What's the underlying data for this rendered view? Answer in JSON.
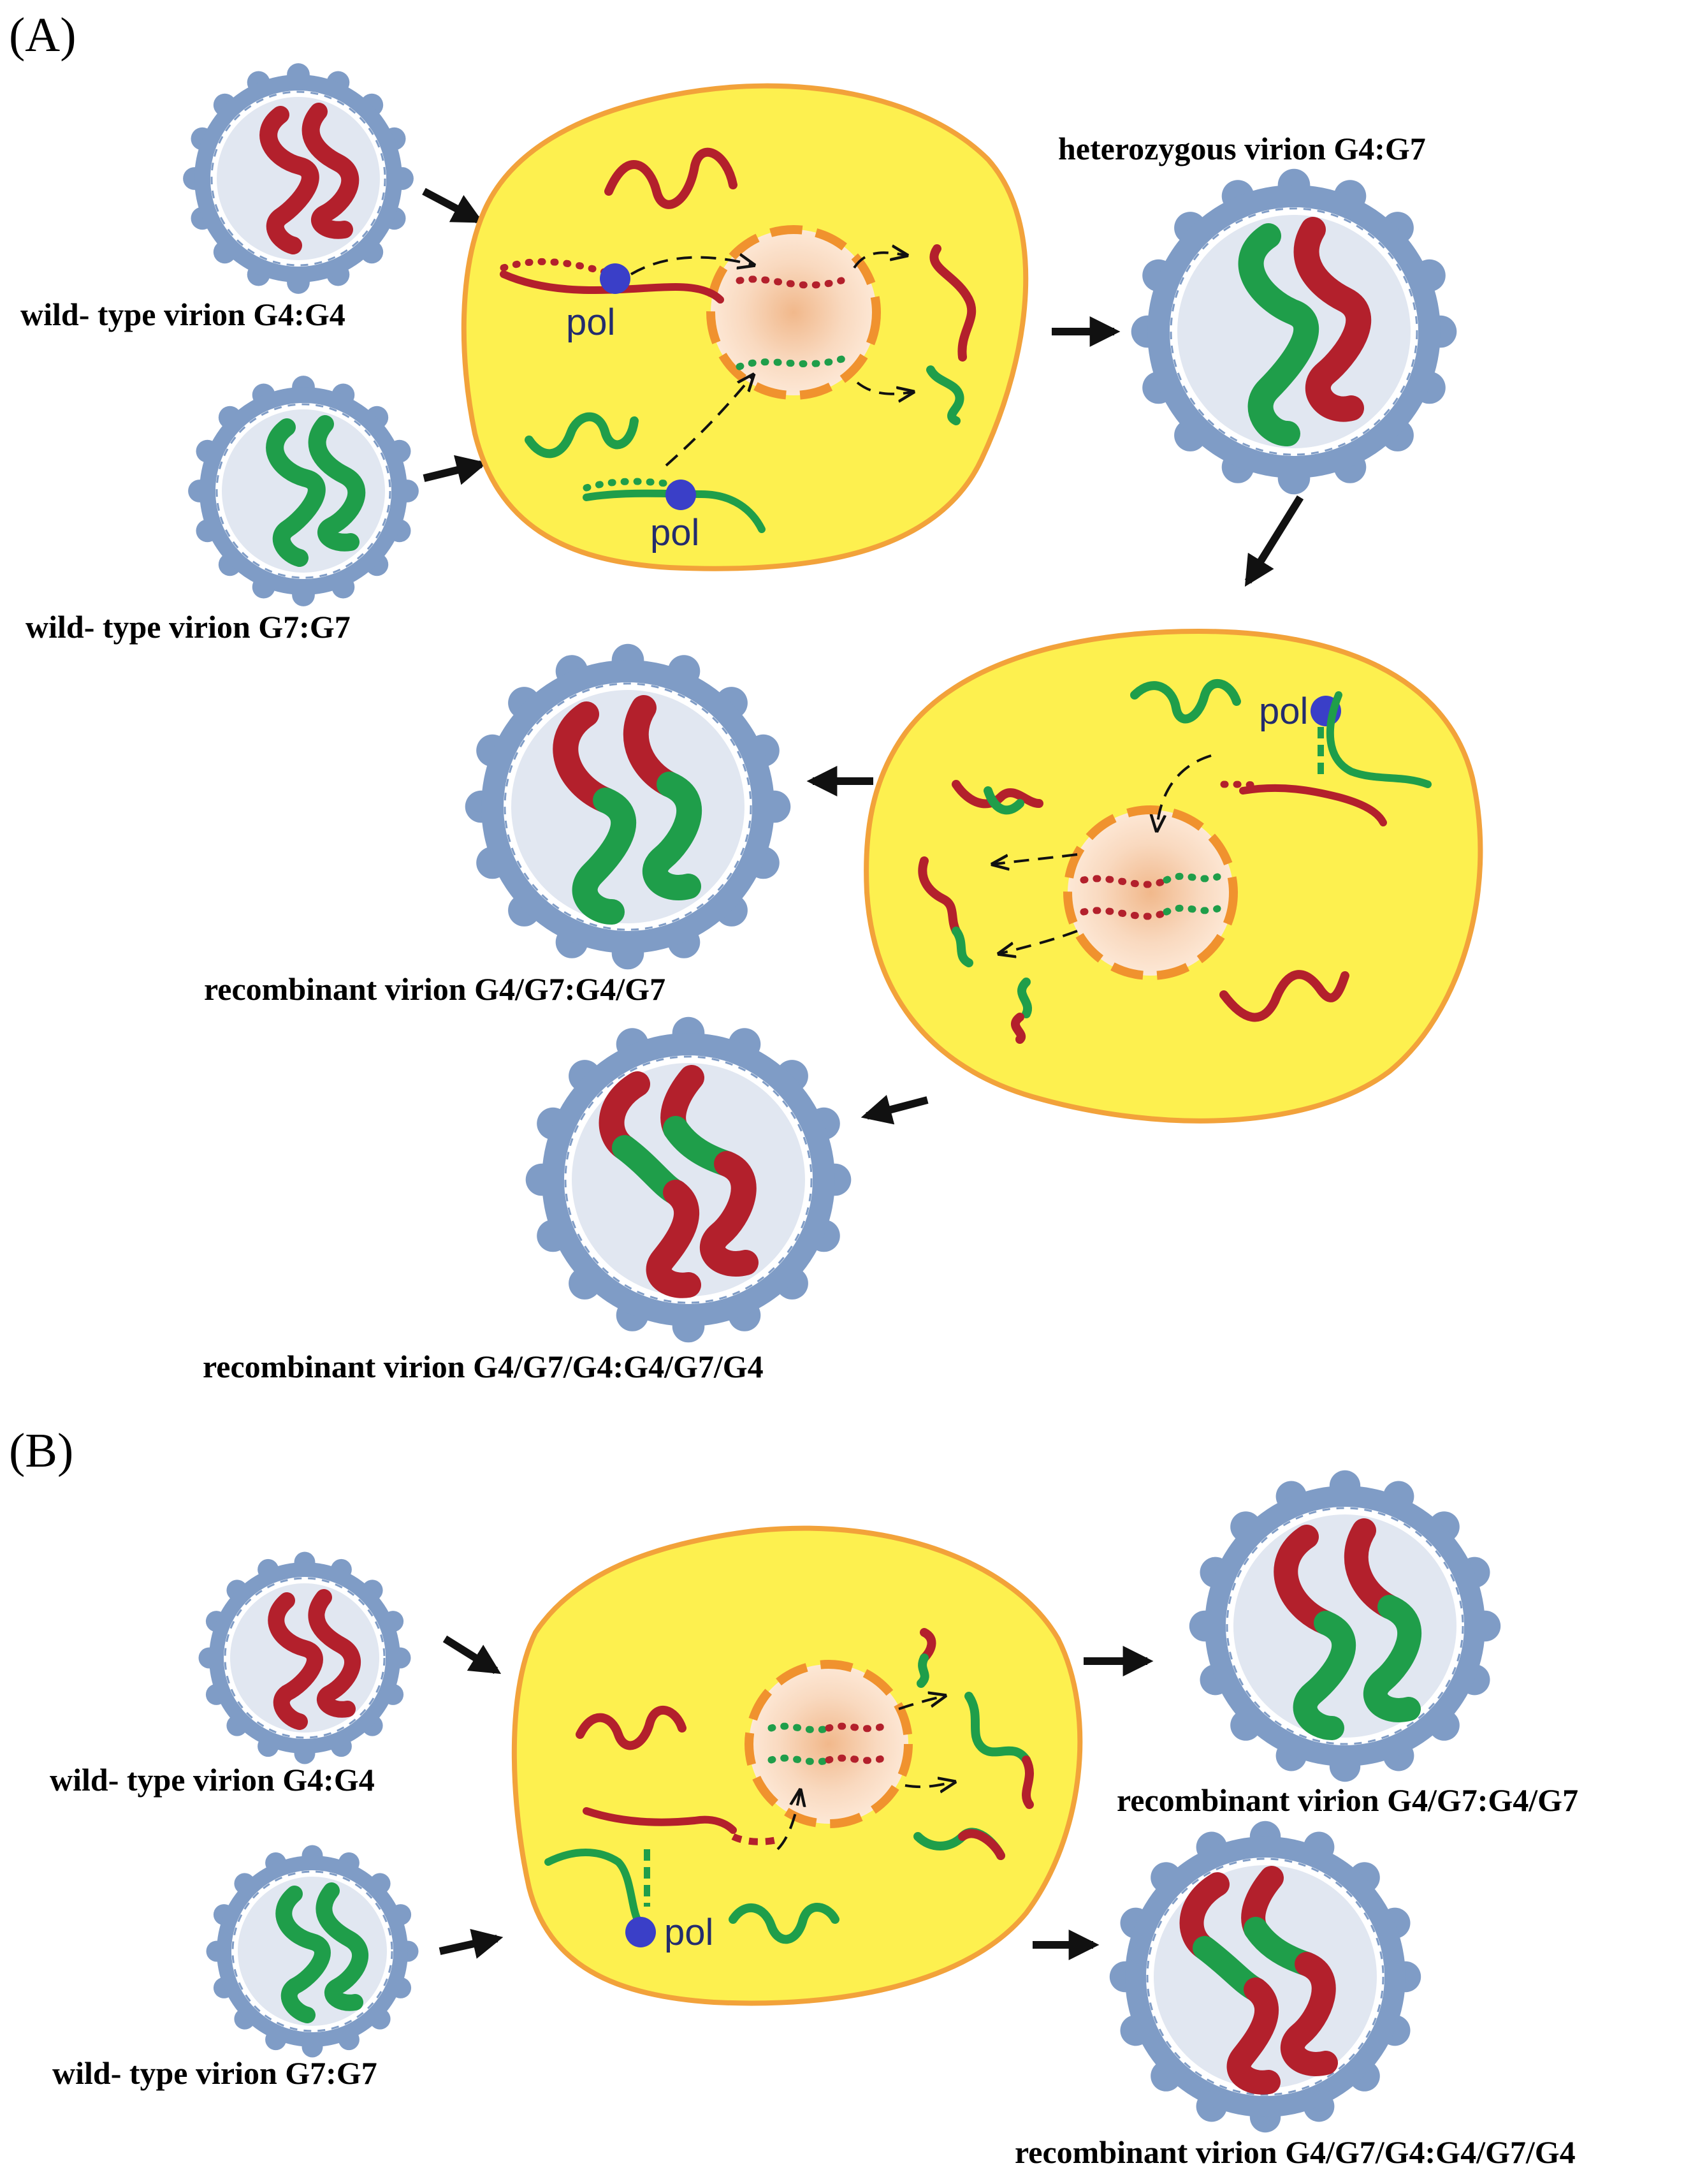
{
  "panel_a": {
    "label": "(A)",
    "wild_type_g4_caption": "wild- type virion G4:G4",
    "wild_type_g7_caption": "wild- type virion G7:G7",
    "heterozygous_caption": "heterozygous virion G4:G7",
    "recombinant_1_caption": "recombinant virion  G4/G7:G4/G7",
    "recombinant_2_caption": "recombinant virion G4/G7/G4:G4/G7/G4",
    "pol_label_top": "pol",
    "pol_label_bottom": "pol",
    "pol_label_cell2": "pol"
  },
  "panel_b": {
    "label": "(B)",
    "wild_type_g4_caption": "wild- type virion G4:G4",
    "wild_type_g7_caption": "wild- type virion G7:G7",
    "recombinant_1_caption": "recombinant virion  G4/G7:G4/G7",
    "recombinant_2_caption": "recombinant virion G4/G7/G4:G4/G7/G4",
    "pol_label": "pol"
  },
  "colors": {
    "g4_strand": "#b3202c",
    "g7_strand": "#1f9e4a",
    "cell_fill": "#fdf04f",
    "cell_border": "#f2a23a",
    "nucleus_border": "#f0922e",
    "capsid": "#7f9cc6",
    "virion_core": "#e1e7f1",
    "polymerase": "#3a3fc8"
  },
  "icons": [
    "virion-icon",
    "cell-icon",
    "nucleus-icon",
    "polymerase-icon",
    "arrow-icon"
  ]
}
